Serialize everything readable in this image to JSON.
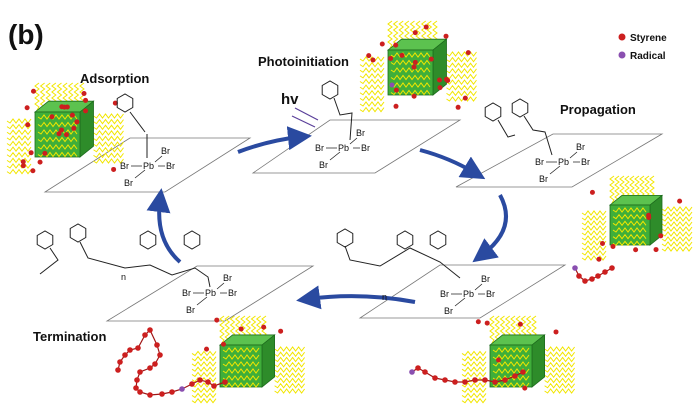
{
  "panel_label": "(b)",
  "steps": {
    "adsorption": "Adsorption",
    "photoinitiation": "Photoinitiation",
    "propagation": "Propagation",
    "termination": "Termination"
  },
  "light_label": "hv",
  "legend": [
    {
      "label": "Styrene",
      "color": "#cc1f1f"
    },
    {
      "label": "Radical",
      "color": "#8a4fb0"
    }
  ],
  "chem": {
    "br": "Br",
    "pb": "Pb",
    "n": "n"
  },
  "colors": {
    "arrow": "#2a4aa0",
    "cube": "#3fae3a",
    "ligand": "#f2e600",
    "styrene": "#cc1f1f",
    "radical": "#8a4fb0",
    "hv": "#5a3f9a"
  }
}
